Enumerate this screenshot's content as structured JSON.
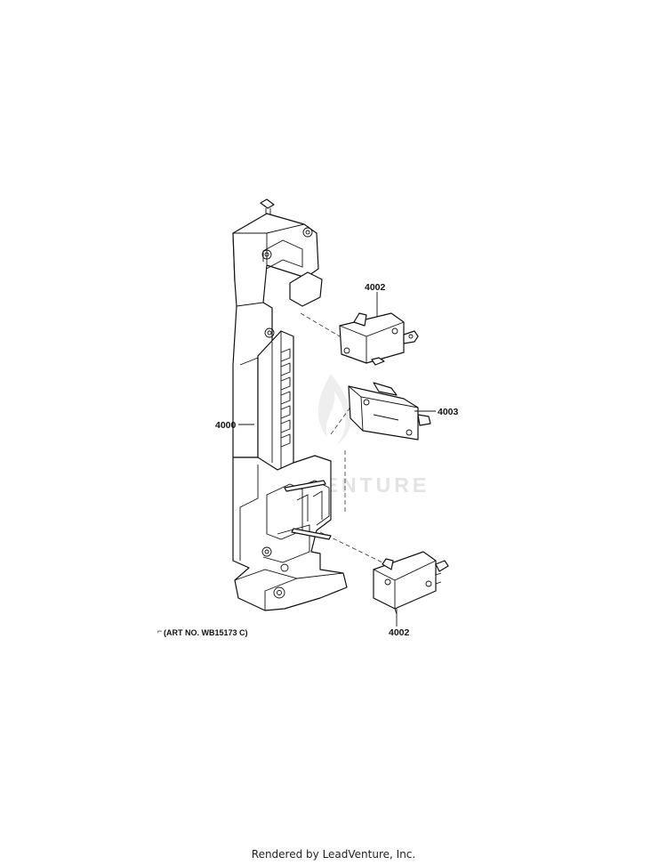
{
  "watermark": {
    "text": "LEADVENTURE"
  },
  "callouts": {
    "frame": "4000",
    "switch_top": "4002",
    "switch_middle": "4003",
    "switch_bottom": "4002"
  },
  "art_number": "(ART NO. WB15173 C)",
  "footer": "Rendered by LeadVenture, Inc."
}
